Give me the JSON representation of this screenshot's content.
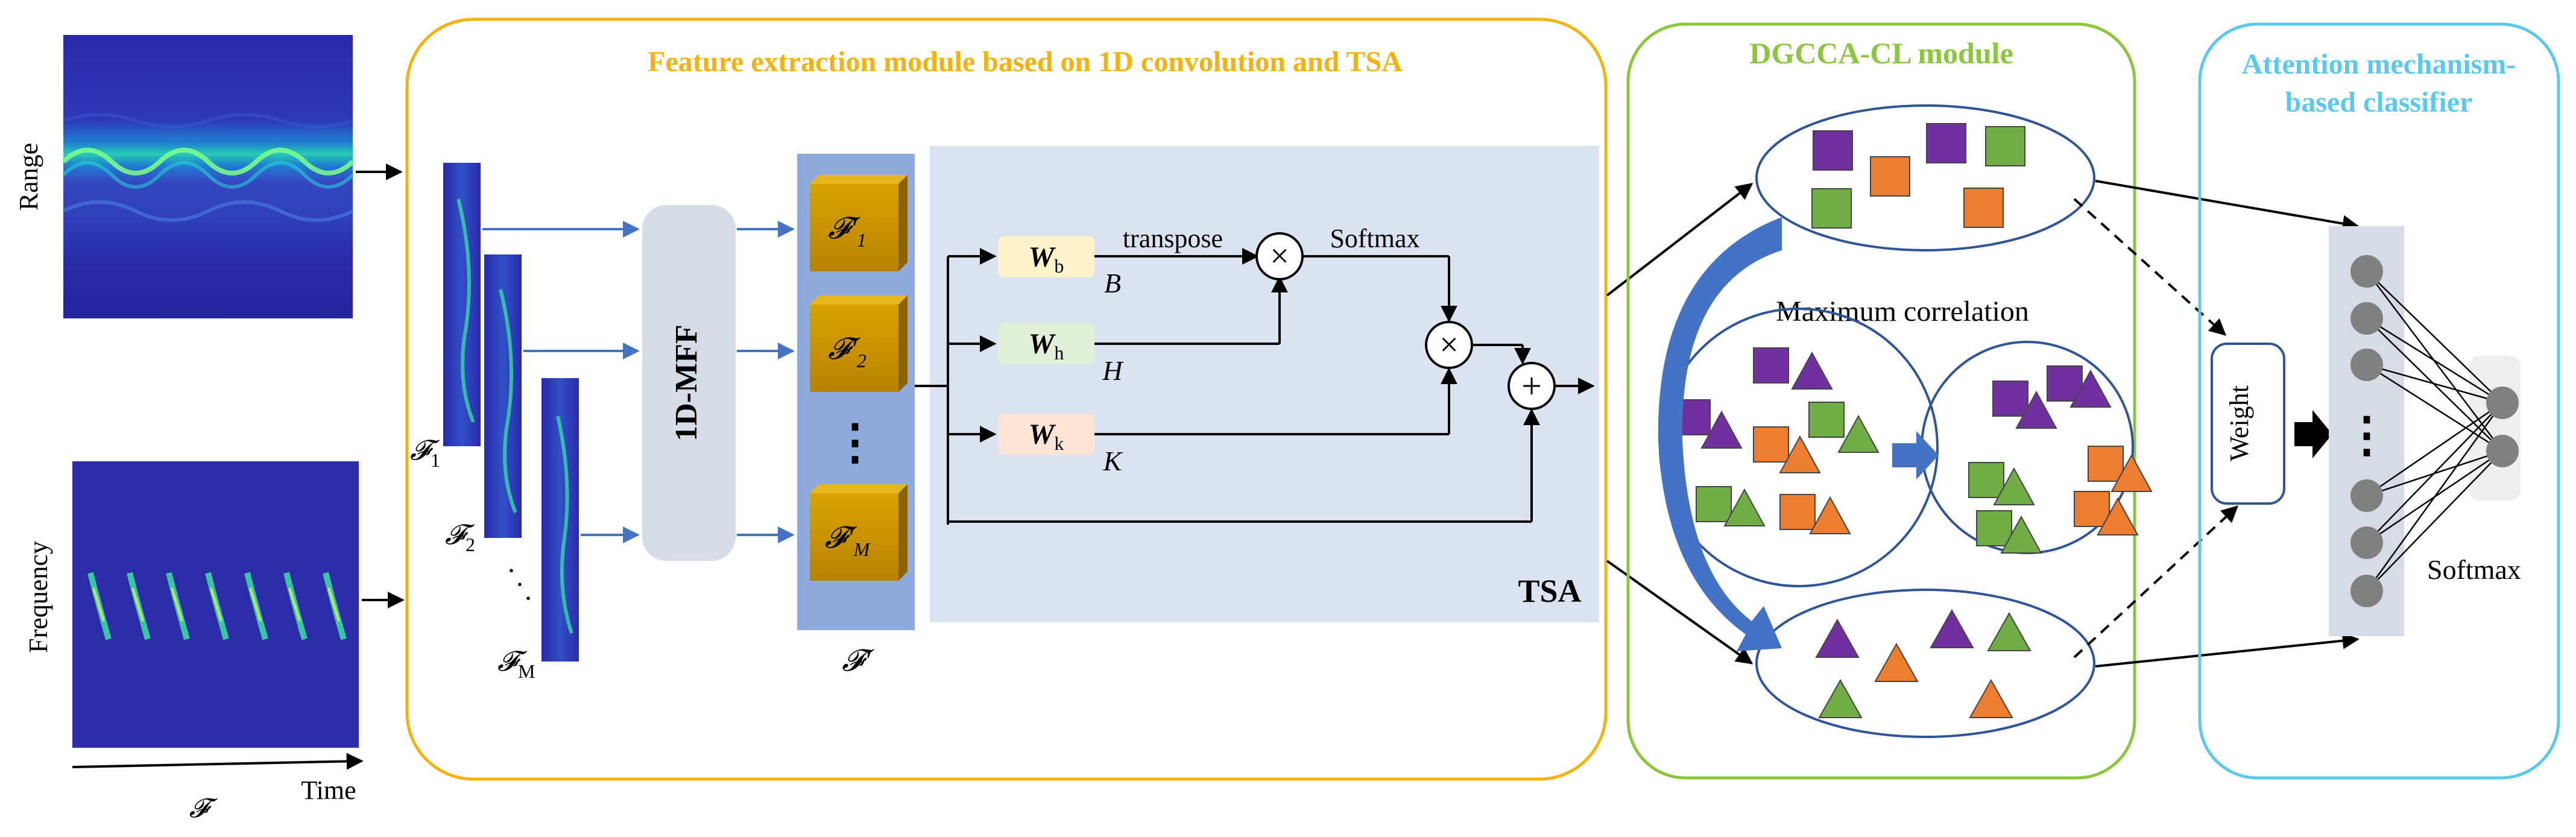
{
  "inputs": {
    "range_label": "Range",
    "frequency_label": "Frequency",
    "time_label": "Time",
    "f_label": "𝓕"
  },
  "feature_module": {
    "title": "Feature extraction module based on 1D convolution and TSA",
    "color": "#f5b20a",
    "slices": [
      "𝓕",
      "𝓕",
      "𝓕"
    ],
    "slice_subs": [
      "1",
      "2",
      "M"
    ],
    "mff_label": "1D-MFF",
    "cubes": [
      "𝓕′",
      "𝓕′",
      "𝓕′"
    ],
    "cube_subs": [
      "1",
      "2",
      "M"
    ],
    "cube_column_label": "𝓕′",
    "dots": "⋮"
  },
  "tsa": {
    "label": "TSA",
    "w_b": "W",
    "w_b_sub": "b",
    "w_h": "W",
    "w_h_sub": "h",
    "w_k": "W",
    "w_k_sub": "k",
    "b": "B",
    "h": "H",
    "k": "K",
    "transpose": "transpose",
    "softmax": "Softmax",
    "times": "×",
    "plus": "+"
  },
  "dgcca": {
    "title": "DGCCA-CL module",
    "color": "#8cc63f",
    "max_corr": "Maximum correlation"
  },
  "classifier": {
    "title_line1": "Attention mechanism-",
    "title_line2": "based classifier",
    "color": "#5bc8ec",
    "weight": "Weight",
    "softmax": "Softmax",
    "dots": "⋮"
  },
  "colors": {
    "purple": "#7030a0",
    "orange": "#ed7d31",
    "green": "#70ad47",
    "blue_arrow": "#4472c4",
    "cube": "#c89000",
    "tsa_bg": "#dbe3f1",
    "cube_col_bg": "#8faadc",
    "mff_bg": "#d6dce5"
  }
}
